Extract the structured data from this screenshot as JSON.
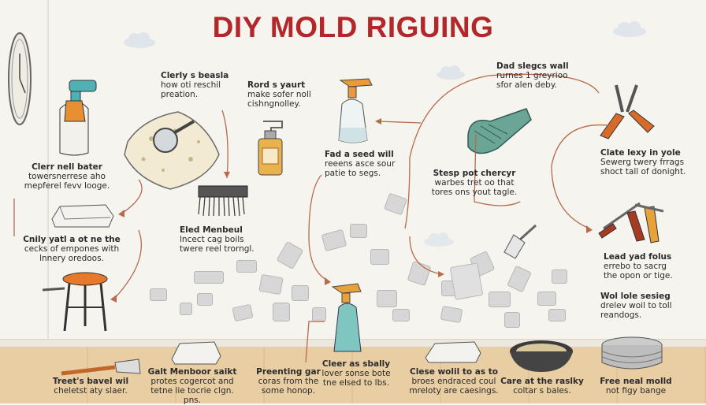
{
  "title": "DIY MOLD RIGUING",
  "colors": {
    "title": "#b3262a",
    "arrow": "#b86a4a",
    "tile": "#d7d7d7",
    "floor": "#e9cda3"
  },
  "captions": {
    "c1": {
      "l1": "Clerly s beasla",
      "l2": "how oti reschil",
      "l3": "preation."
    },
    "c2": {
      "l1": "Rord s yaurt",
      "l2": "make sofer noll",
      "l3": "cishngnolley."
    },
    "c3": {
      "l1": "Dad slegcs wall",
      "l2": "rurnes 1 greyrioo",
      "l3": "sfor alen deby."
    },
    "c4": {
      "l1": "Clerr nell bater",
      "l2": "towersnerrese aho",
      "l3": "mepferel fevv looge."
    },
    "c5": {
      "l1": "Fad a seed will",
      "l2": "reeens asce sour",
      "l3": "patie to segs."
    },
    "c6": {
      "l1": "Stesp pot chercyr",
      "l2": "warbes tret oo that",
      "l3": "tores ons yout tagle."
    },
    "c7": {
      "l1": "Clate lexy in yole",
      "l2": "Sewerg twery frrags",
      "l3": "shoct tall of donight."
    },
    "c8": {
      "l1": "Cnily yatl a ot ne the",
      "l2": "cecks of empones with",
      "l3": "lnnery oredoos."
    },
    "c9": {
      "l1": "Eled Menbeul",
      "l2": "lncect cag boils",
      "l3": "twere reel trorngl."
    },
    "c10": {
      "l1": "Lead yad folus",
      "l2": "errebo to sacrg",
      "l3": "the opon or tige."
    },
    "c11": {
      "l1": "Wol lole sesieg",
      "l2": "drelev woil to toll",
      "l3": "reandogs."
    },
    "b1": {
      "l1": "Treet's bavel wil",
      "l2": "cheletst aty slaer."
    },
    "b2": {
      "l1": "Galt Menboor saikt",
      "l2": "protes cogercot and",
      "l3": "tetne lie tocrie clgn.",
      "l4": "pns."
    },
    "b3": {
      "l1": "Preenting gar",
      "l2": "coras from the",
      "l3": "some honop."
    },
    "b4": {
      "l1": "Cleer as sbally",
      "l2": "lover sonse bote",
      "l3": "tne elsed to lbs."
    },
    "b5": {
      "l1": "Clese wolil to as to",
      "l2": "broes endraced coul",
      "l3": "mreloty are caesings."
    },
    "b6": {
      "l1": "Care at the raslky",
      "l2": "coltar s bales."
    },
    "b7": {
      "l1": "Free neal molld",
      "l2": "not figy bange"
    }
  }
}
